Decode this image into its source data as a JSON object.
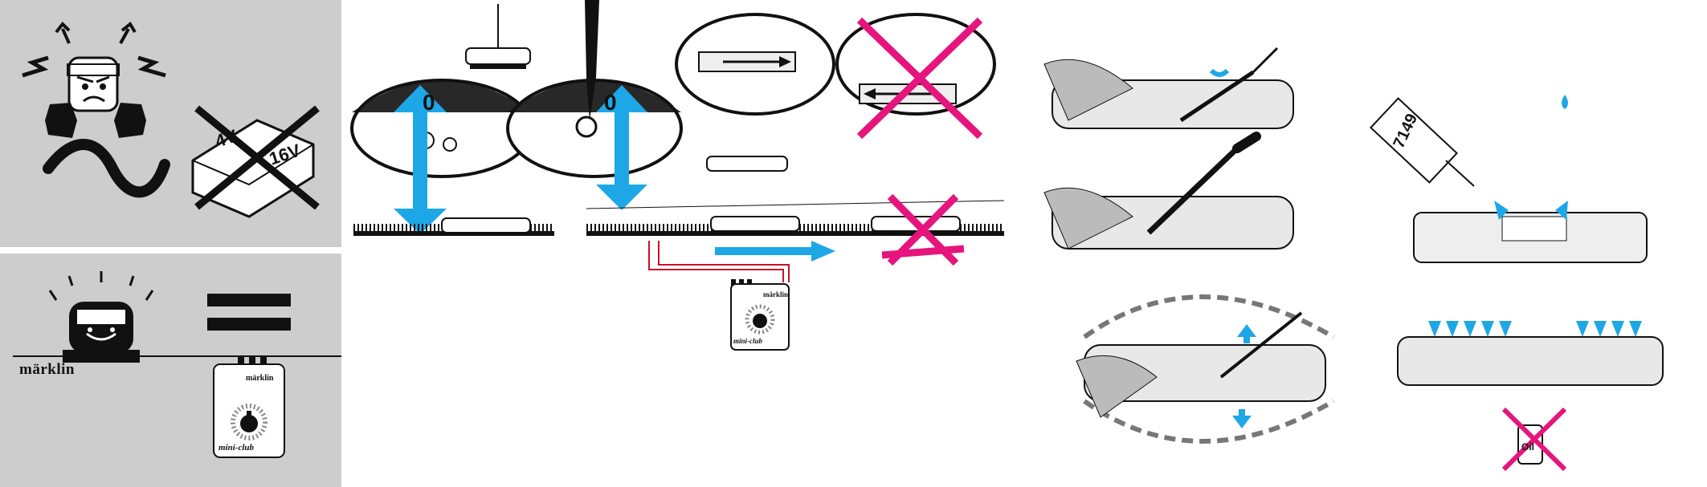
{
  "colors": {
    "panel_gray": "#cdcdcd",
    "accent_blue": "#1ea7e6",
    "prohibit_magenta": "#e6157e",
    "wire_red": "#c8102e",
    "ink": "#111111"
  },
  "panel1": {
    "transformer_label_left": "4V",
    "transformer_label_right": "16V"
  },
  "panel2": {
    "brand": "märklin",
    "transformer_brand": "märklin",
    "transformer_model": "mini-club"
  },
  "panel3": {
    "switch_label_a": "0",
    "switch_label_b": "0",
    "transformer_brand": "märklin",
    "transformer_model": "mini-club"
  },
  "panel5": {
    "oil_bottle_label": "7149",
    "oil_can_label": "Oil"
  },
  "icons": [
    "angry-face-icon",
    "hand-icon",
    "ac-wave-icon",
    "prohibited-transformer-icon",
    "smiling-locomotive-icon",
    "equals-icon",
    "transformer-icon",
    "blue-arrow-icon",
    "screwdriver-icon",
    "prohibit-x-icon",
    "oil-drop-icon",
    "oil-bottle-icon"
  ]
}
